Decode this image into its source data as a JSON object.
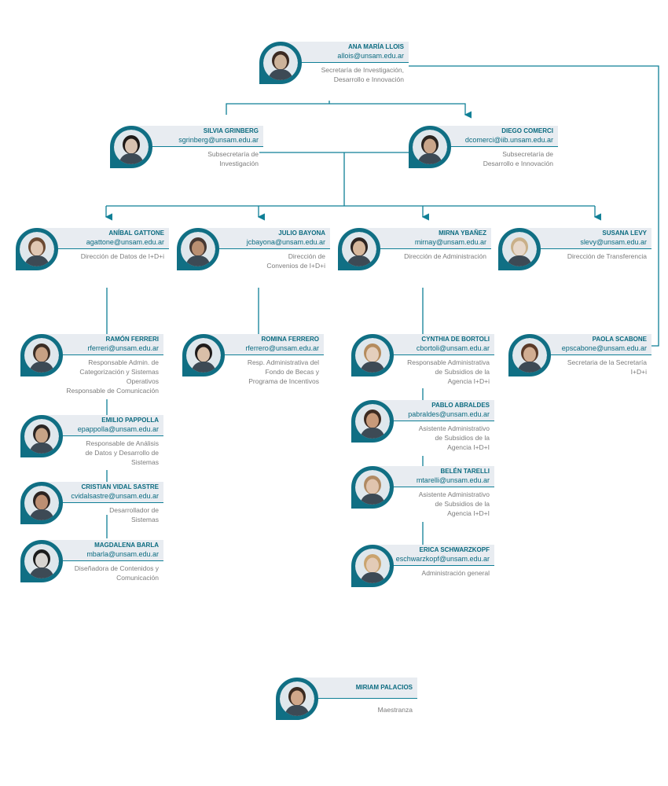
{
  "colors": {
    "accent": "#0f7f96",
    "band": "#e8ecf1",
    "text_muted": "#7c7c7c"
  },
  "people": [
    {
      "id": "ana",
      "name": "ANA MARÍA LLOIS",
      "email": "allois@unsam.edu.ar",
      "role": "Secretaría de Investigación,\nDesarrollo e Innovación",
      "photo_icon": "portrait-photo"
    },
    {
      "id": "silvia",
      "name": "SILVIA GRINBERG",
      "email": "sgrinberg@unsam.edu.ar",
      "role": "Subsecretaría de\nInvestigación",
      "photo_icon": "portrait-photo"
    },
    {
      "id": "diego",
      "name": "DIEGO COMERCI",
      "email": "dcomerci@iib.unsam.edu.ar",
      "role": "Subsecretaría de\nDesarrollo e Innovación",
      "photo_icon": "portrait-photo"
    },
    {
      "id": "anibal",
      "name": "ANÍBAL GATTONE",
      "email": "agattone@unsam.edu.ar",
      "role": "Dirección de Datos de I+D+i",
      "photo_icon": "portrait-photo"
    },
    {
      "id": "julio",
      "name": "JULIO BAYONA",
      "email": "jcbayona@unsam.edu.ar",
      "role": "Dirección de\nConvenios de I+D+i",
      "photo_icon": "portrait-photo"
    },
    {
      "id": "mirna",
      "name": "MIRNA YBAÑEZ",
      "email": "mirnay@unsam.edu.ar",
      "role": "Dirección de Administración",
      "photo_icon": "portrait-photo"
    },
    {
      "id": "susana",
      "name": "SUSANA LEVY",
      "email": "slevy@unsam.edu.ar",
      "role": "Dirección de Transferencia",
      "photo_icon": "portrait-photo"
    },
    {
      "id": "ramon",
      "name": "RAMÓN FERRERI",
      "email": "rferreri@unsam.edu.ar",
      "role": "Responsable Admin. de\nCategorización y Sistemas\nOperativos\nResponsable de Comunicación",
      "photo_icon": "portrait-photo"
    },
    {
      "id": "romina",
      "name": "ROMINA FERRERO",
      "email": "rferrero@unsam.edu.ar",
      "role": "Resp. Administrativa del\nFondo de Becas y\nPrograma de Incentivos",
      "photo_icon": "portrait-photo"
    },
    {
      "id": "cynthia",
      "name": "CYNTHIA DE BORTOLI",
      "email": "cbortoli@unsam.edu.ar",
      "role": "Responsable Administrativa\nde Subsidios de la\nAgencia I+D+i",
      "photo_icon": "portrait-photo"
    },
    {
      "id": "paola",
      "name": "PAOLA SCABONE",
      "email": "epscabone@unsam.edu.ar",
      "role": "Secretaria de la Secretaría\nI+D+i",
      "photo_icon": "portrait-photo"
    },
    {
      "id": "emilio",
      "name": "EMILIO PAPPOLLA",
      "email": "epappolla@unsam.edu.ar",
      "role": "Responsable de Análisis\nde Datos y Desarrollo de\nSistemas",
      "photo_icon": "portrait-photo"
    },
    {
      "id": "pablo",
      "name": "PABLO ABRALDES",
      "email": "pabraldes@unsam.edu.ar",
      "role": "Asistente Administrativo\nde Subsidios de la\nAgencia I+D+I",
      "photo_icon": "portrait-photo"
    },
    {
      "id": "cristian",
      "name": "CRISTIAN VIDAL SASTRE",
      "email": "cvidalsastre@unsam.edu.ar",
      "role": "Desarrollador de\nSistemas",
      "photo_icon": "portrait-photo"
    },
    {
      "id": "belen",
      "name": "BELÉN TARELLI",
      "email": "mtarelli@unsam.edu.ar",
      "role": "Asistente Administrativo\nde Subsidios de la\nAgencia I+D+I",
      "photo_icon": "portrait-photo"
    },
    {
      "id": "magdalena",
      "name": "MAGDALENA BARLA",
      "email": "mbarla@unsam.edu.ar",
      "role": "Diseñadora de Contenidos y\nComunicación",
      "photo_icon": "portrait-photo"
    },
    {
      "id": "erica",
      "name": "ERICA SCHWARZKOPF",
      "email": "eschwarzkopf@unsam.edu.ar",
      "role": "Administración general",
      "photo_icon": "portrait-photo"
    },
    {
      "id": "miriam",
      "name": "MIRIAM PALACIOS",
      "email": "",
      "role": "Maestranza",
      "photo_icon": "portrait-photo"
    }
  ]
}
